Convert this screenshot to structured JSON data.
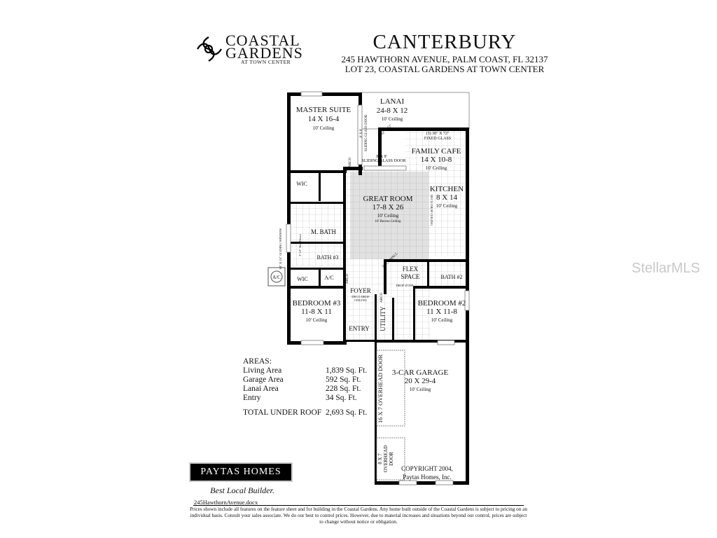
{
  "logo": {
    "line1": "COASTAL",
    "line2": "GARDENS",
    "line3": "AT TOWN CENTER"
  },
  "header": {
    "title": "CANTERBURY",
    "address": "245 HAWTHORN AVENUE, PALM COAST, FL 32137",
    "lot": "LOT 23, COASTAL GARDENS AT TOWN CENTER"
  },
  "rooms": {
    "master": {
      "name": "MASTER SUITE",
      "size": "14 X 16-4",
      "ceiling": "10' Ceiling"
    },
    "lanai": {
      "name": "LANAI",
      "size": "24-8 X 12",
      "ceiling": "10' Ceiling"
    },
    "family": {
      "name": "FAMILY CAFE",
      "size": "14 X 10-8",
      "ceiling": "10' Ceiling"
    },
    "great": {
      "name": "GREAT ROOM",
      "size": "17-8 X 26",
      "ceiling": "10' Ceiling",
      "note": "10' Recess Ceiling"
    },
    "kitchen": {
      "name": "KITCHEN",
      "size": "8 X 14",
      "ceiling": "10' Ceiling"
    },
    "wic1": "WIC",
    "mbath": "M. BATH",
    "bath3": "BATH #3",
    "wic2": "WIC",
    "ac": "A/C",
    "ac_unit": "A/C",
    "flex": {
      "name1": "FLEX",
      "name2": "SPACE"
    },
    "bath2": "BATH #2",
    "foyer": {
      "name": "FOYER",
      "note1": "DECO DROP",
      "note2": "CEILING"
    },
    "bed3": {
      "name": "BEDROOM #3",
      "size": "11-8 X 11",
      "ceiling": "10' Ceiling"
    },
    "bed2": {
      "name": "BEDROOM #2",
      "size": "11 X 11-8",
      "ceiling": "10' Ceiling"
    },
    "entry": "ENTRY",
    "utility": "UTILITY",
    "garage": {
      "name": "3-CAR GARAGE",
      "size": "20 X 29-4",
      "ceiling": "10' Ceiling"
    }
  },
  "annotations": {
    "slider1_a": "8' X 8'",
    "slider1_b": "SLIDING GLASS DOOR",
    "slider2_a": "8' X 8'",
    "slider2_b": "SLIDING GLASS DOOR",
    "fixed_a": "(3) 30\" X 72\"",
    "fixed_b": "FIXED GLASS",
    "corner": "32\" X 72\"",
    "arch1": "ARCH",
    "arch2": "ARCH",
    "arch3": "ARCH",
    "deco_drop": "DECO DROP CEILING",
    "deco_wall": "DECO WALL",
    "window": "60\" X 24\" GLIDING WINDOW",
    "shower": "3'-12\" Box Down",
    "drop_zone": "DROP ZONE",
    "door16": "16 X 7 OVERHEAD DOOR",
    "door8_a": "8 X 7",
    "door8_b": "OVERHEAD",
    "door8_c": "DOOR",
    "copyright1": "COPYRIGHT 2004,",
    "copyright2": "Paytas Homes, Inc."
  },
  "areas": {
    "heading": "AREAS:",
    "rows": [
      {
        "label": "Living Area",
        "value": "1,839 Sq. Ft."
      },
      {
        "label": "Garage Area",
        "value": "592 Sq. Ft."
      },
      {
        "label": "Lanai Area",
        "value": "228 Sq. Ft."
      },
      {
        "label": "Entry",
        "value": "34 Sq. Ft."
      }
    ],
    "total_label": "TOTAL UNDER ROOF",
    "total_value": "2,693 Sq. Ft."
  },
  "builder": {
    "name": "PAYTAS HOMES",
    "tagline": "Best Local Builder."
  },
  "footer": {
    "filename": "245HawthornAvenue.docx",
    "disclaimer": "Prices shown include all features on the feature sheet and for building in the Coastal Gardens.  Any home built outside of the Coastal Gardens is subject to pricing on an individual basis.  Consult your sales associate.  We do our best to control prices.  However, due to material increases and situations beyond our control, prices are subject to change without notice or obligation."
  },
  "watermark": "StellarMLS"
}
